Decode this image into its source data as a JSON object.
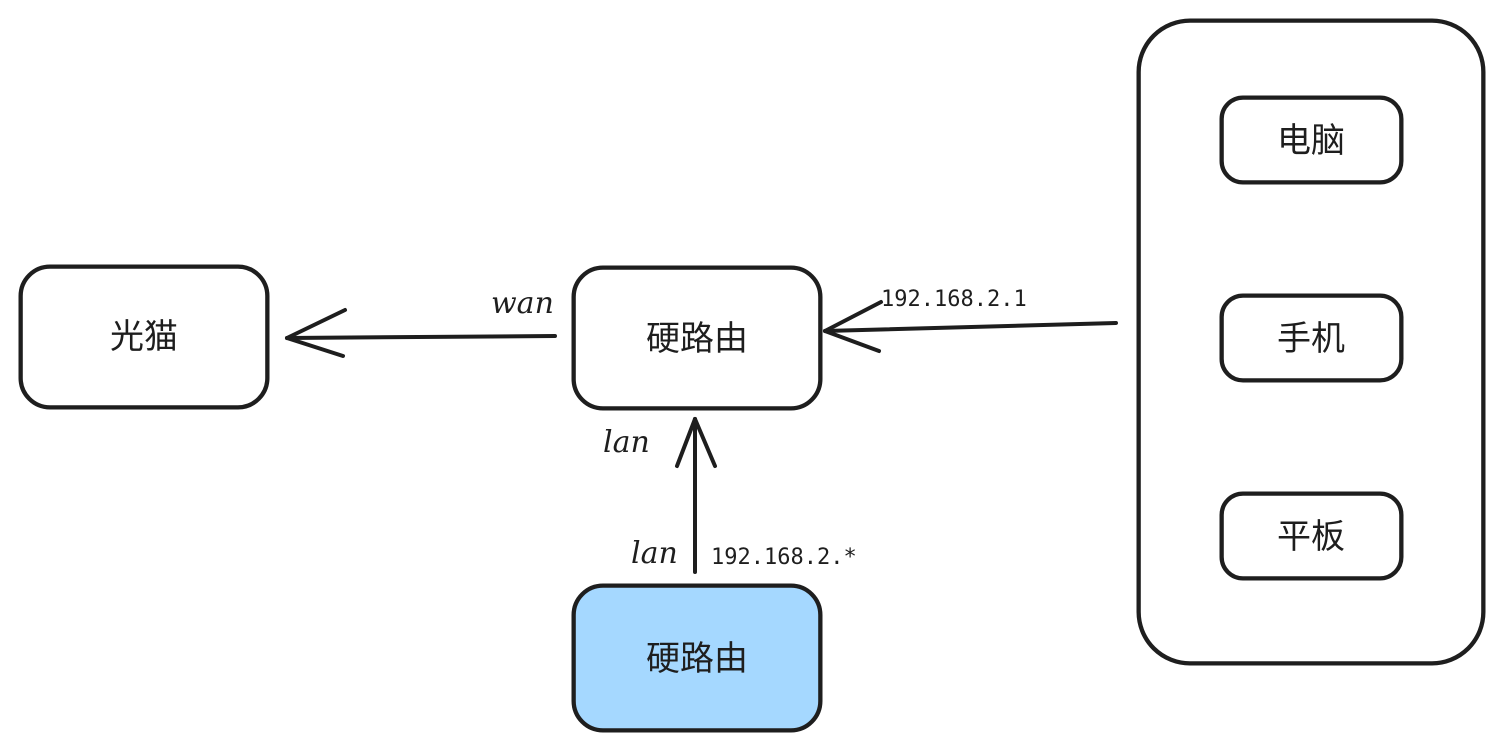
{
  "colors": {
    "stroke": "#1e1e1e",
    "highlight_fill": "#a5d8ff",
    "background": "#ffffff"
  },
  "nodes": {
    "modem": {
      "label": "光猫"
    },
    "router_main": {
      "label": "硬路由"
    },
    "router_sub": {
      "label": "硬路由"
    },
    "device_pc": {
      "label": "电脑"
    },
    "device_phone": {
      "label": "手机"
    },
    "device_tablet": {
      "label": "平板"
    }
  },
  "edges": {
    "router_to_modem": {
      "label": "wan"
    },
    "devices_to_router": {
      "label": "192.168.2.1"
    },
    "sub_to_main": {
      "label_top": "lan",
      "label_bottom": "lan",
      "label_ip": "192.168.2.*"
    }
  }
}
